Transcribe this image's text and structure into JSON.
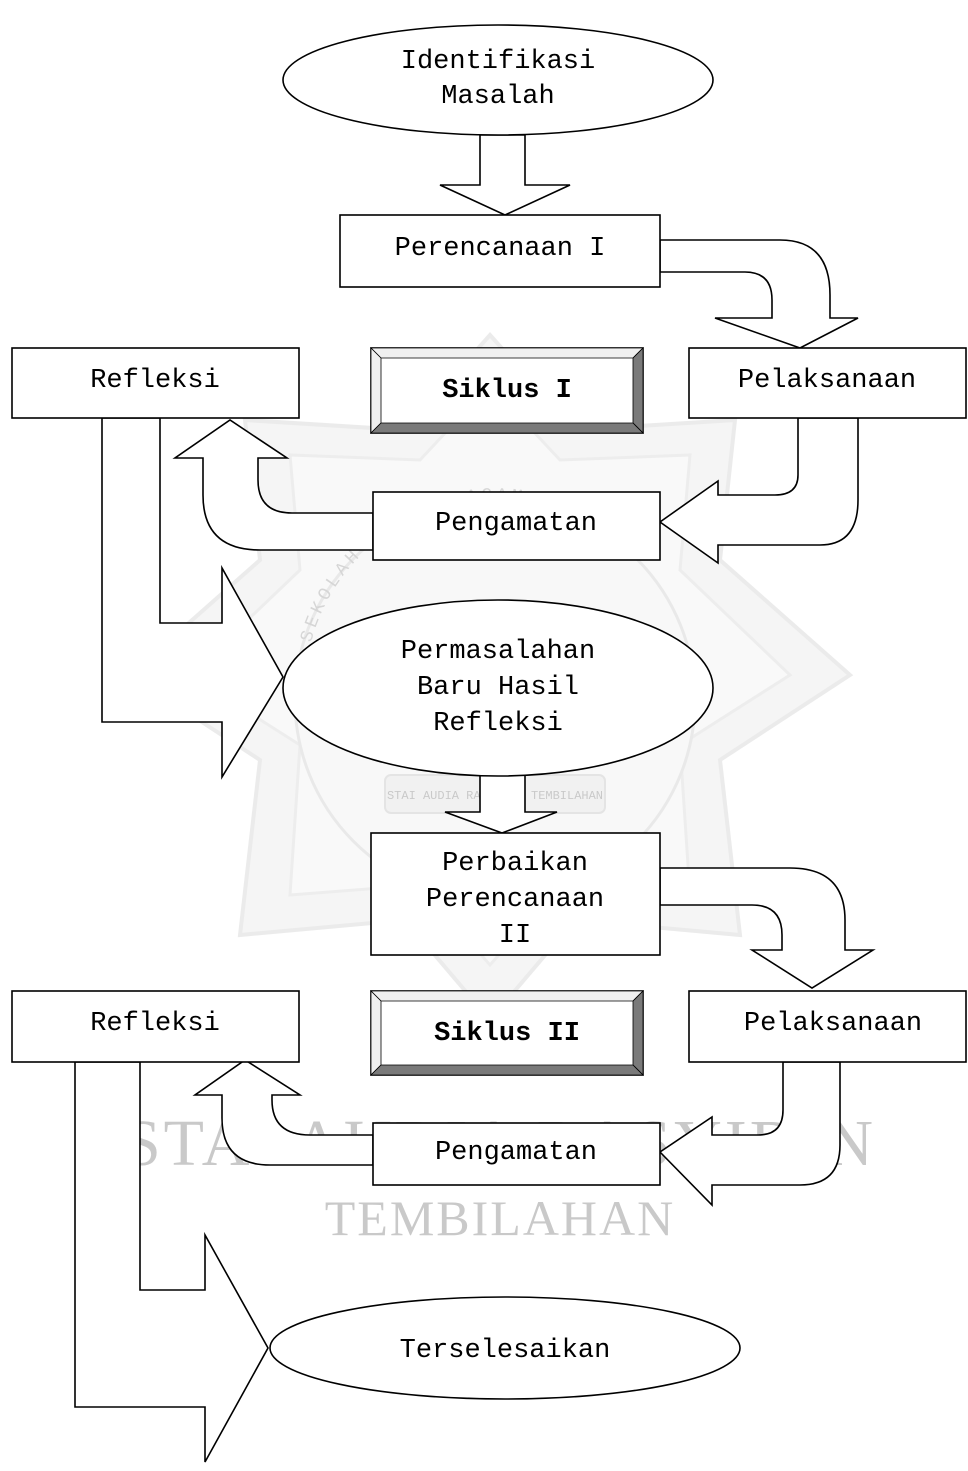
{
  "nodes": {
    "identifikasi": [
      "Identifikasi",
      "Masalah"
    ],
    "perencanaan_1": "Perencanaan I",
    "refleksi_1": "Refleksi",
    "siklus_1": "Siklus I",
    "pelaksanaan_1": "Pelaksanaan",
    "pengamatan_1": "Pengamatan",
    "permasalahan": [
      "Permasalahan",
      "Baru Hasil",
      "Refleksi"
    ],
    "perbaikan": [
      "Perbaikan",
      "Perencanaan",
      "II"
    ],
    "refleksi_2": "Refleksi",
    "siklus_2": "Siklus II",
    "pelaksanaan_2": "Pelaksanaan",
    "pengamatan_2": "Pengamatan",
    "terselesaikan": "Terselesaikan"
  },
  "watermark": {
    "line1": "STAI AUDIA RASYIDIN",
    "line2": "TEMBILAHAN",
    "seal_top": "SEKOLAH TINGGI AGAMA ISLAM",
    "seal_ribbon": "STAI AUDIA RASYIDIN TEMBILAHAN"
  },
  "colors": {
    "stroke": "#000000",
    "bevel_light": "#f2f2f2",
    "bevel_dark": "#7a7a7a",
    "watermark": "#c9c9c9"
  }
}
